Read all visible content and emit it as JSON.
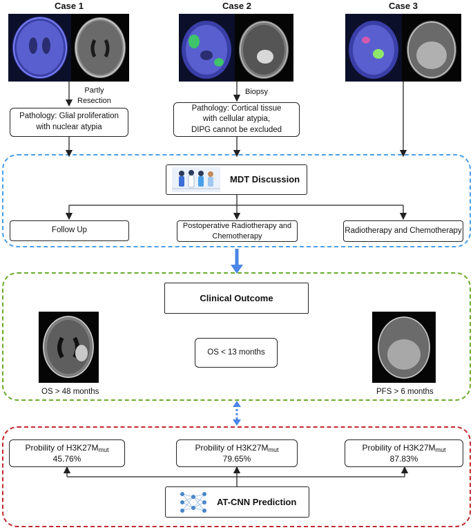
{
  "cases": [
    {
      "title": "Case 1",
      "step": "Partly\nResection",
      "pathology": "Pathology: Glial proliferation\nwith nuclear atypia"
    },
    {
      "title": "Case 2",
      "step": "Biopsy",
      "pathology": "Pathology: Cortical tissue\nwith cellular atypia,\nDIPG cannot be excluded"
    },
    {
      "title": "Case 3"
    }
  ],
  "mdt": {
    "title": "MDT Discussion",
    "icon": "doctors-team-icon",
    "options": [
      "Follow Up",
      "Postoperative Radiotherapy and\nChemotherapy",
      "Radiotherapy and Chemotherapy"
    ]
  },
  "outcome": {
    "title": "Clinical Outcome",
    "case1": "OS > 48 months",
    "case2": "OS < 13 months",
    "case3": "PFS > 6 months"
  },
  "prediction": {
    "title": "AT-CNN Prediction",
    "icon": "neural-network-icon",
    "label_prefix": "Probility of H3K27M",
    "label_sub": "mut",
    "values": [
      "45.76%",
      "79.65%",
      "87.83%"
    ]
  },
  "colors": {
    "mdt_border": "#4a9ee8",
    "outcome_border": "#6aaa2a",
    "prediction_border": "#c0272d",
    "connector_arrow": "#4a86e8"
  }
}
